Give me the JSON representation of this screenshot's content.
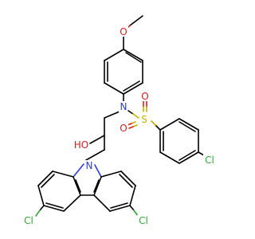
{
  "colors": {
    "carbon": "#000000",
    "oxygen": "#e01b1b",
    "nitrogen": "#2a3bd8",
    "chlorine": "#2eaa2e",
    "sulfur": "#c8b000"
  },
  "atoms": {
    "methoxy_O": "O",
    "sulfonamide_N": "N",
    "sulfur": "S",
    "sulfonyl_O_left": "O",
    "sulfonyl_O_right": "O",
    "aryl_Cl_right": "Cl",
    "hydroxyl": "HO",
    "carbazole_N": "N",
    "carbazole_Cl_left": "Cl",
    "carbazole_Cl_right": "Cl"
  }
}
